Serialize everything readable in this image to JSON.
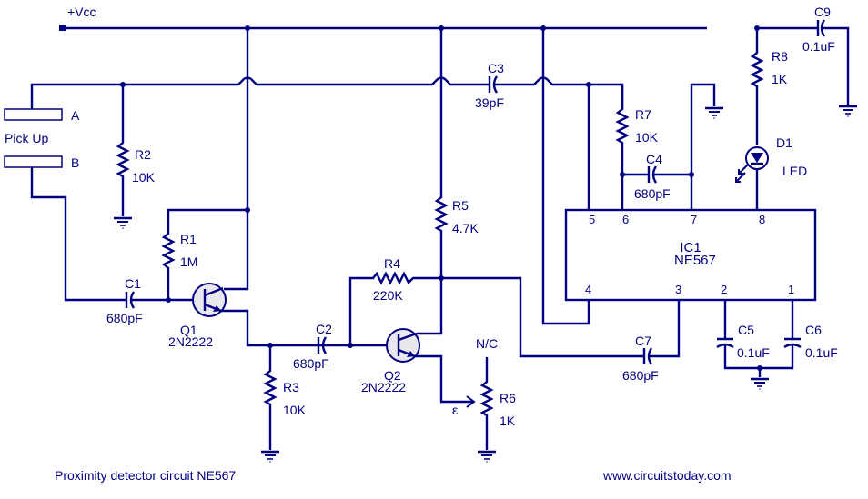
{
  "title": "Proximity detector circuit NE567",
  "website": "www.circuitstoday.com",
  "colors": {
    "wire": "#000080",
    "background": "#ffffff",
    "transistor_fill": "#e8e8ee"
  },
  "supply": {
    "label": "+Vcc"
  },
  "pickup": {
    "label": "Pick Up",
    "plate_a": "A",
    "plate_b": "B"
  },
  "components": {
    "R1": {
      "ref": "R1",
      "value": "1M"
    },
    "R2": {
      "ref": "R2",
      "value": "10K"
    },
    "R3": {
      "ref": "R3",
      "value": "10K"
    },
    "R4": {
      "ref": "R4",
      "value": "220K"
    },
    "R5": {
      "ref": "R5",
      "value": "4.7K"
    },
    "R6": {
      "ref": "R6",
      "value": "1K",
      "nc_label": "N/C",
      "wiper_label": "ε"
    },
    "R7": {
      "ref": "R7",
      "value": "10K"
    },
    "R8": {
      "ref": "R8",
      "value": "1K"
    },
    "C1": {
      "ref": "C1",
      "value": "680pF"
    },
    "C2": {
      "ref": "C2",
      "value": "680pF"
    },
    "C3": {
      "ref": "C3",
      "value": "39pF"
    },
    "C4": {
      "ref": "C4",
      "value": "680pF"
    },
    "C5": {
      "ref": "C5",
      "value": "0.1uF"
    },
    "C6": {
      "ref": "C6",
      "value": "0.1uF"
    },
    "C7": {
      "ref": "C7",
      "value": "680pF"
    },
    "C9": {
      "ref": "C9",
      "value": "0.1uF"
    },
    "Q1": {
      "ref": "Q1",
      "value": "2N2222"
    },
    "Q2": {
      "ref": "Q2",
      "value": "2N2222"
    },
    "D1": {
      "ref": "D1",
      "value": "LED"
    },
    "IC1": {
      "ref": "IC1",
      "value": "NE567",
      "pins_top": [
        "5",
        "6",
        "7",
        "8"
      ],
      "pins_bottom": [
        "4",
        "3",
        "2",
        "1"
      ]
    }
  }
}
